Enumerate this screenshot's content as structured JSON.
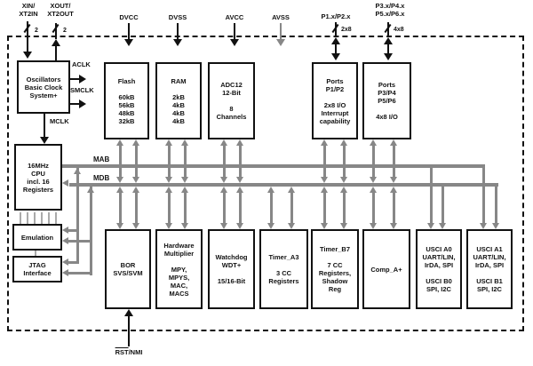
{
  "diagram": {
    "pins": {
      "xin_label": "XIN/\nXT2IN",
      "xout_label": "XOUT/\nXT2OUT",
      "xin_width": "2",
      "xout_width": "2",
      "dvcc": "DVCC",
      "dvss": "DVSS",
      "avcc": "AVCC",
      "avss": "AVSS",
      "p12_label": "P1.x/P2.x",
      "p12_width": "2x8",
      "p36_label": "P3.x/P4.x\nP5.x/P6.x",
      "p36_width": "4x8",
      "rst_overline": "RST",
      "rst_rest": "/NMI"
    },
    "clocks": {
      "aclk": "ACLK",
      "smclk": "SMCLK",
      "mclk": "MCLK"
    },
    "buses": {
      "mab": "MAB",
      "mdb": "MDB"
    },
    "blocks": {
      "oscillators": "Oscillators\nBasic Clock\nSystem+",
      "flash": "Flash\n\n60kB\n56kB\n48kB\n32kB",
      "ram": "RAM\n\n2kB\n4kB\n4kB\n4kB",
      "adc12": "ADC12\n12-Bit\n\n8\nChannels",
      "ports_p1_p2": "Ports\nP1/P2\n\n2x8 I/O\nInterrupt\ncapability",
      "ports_p3_p6": "Ports\nP3/P4\nP5/P6\n\n4x8 I/O",
      "cpu": "16MHz\nCPU\nincl. 16\nRegisters",
      "emulation": "Emulation",
      "jtag": "JTAG\nInterface",
      "bor": "BOR\nSVS/SVM",
      "multiplier": "Hardware\nMultiplier\n\nMPY,\nMPYS,\nMAC,\nMACS",
      "watchdog": "Watchdog\nWDT+\n\n15/16-Bit",
      "timer_a3": "Timer_A3\n\n3 CC\nRegisters",
      "timer_b7": "Timer_B7\n\n7 CC\nRegisters,\nShadow\nReg",
      "comp_a": "Comp_A+",
      "usci0": "USCI A0\nUART/LIN,\nIrDA, SPI\n\nUSCI B0\nSPI, I2C",
      "usci1": "USCI A1\nUART/LIN,\nIrDA, SPI\n\nUSCI B1\nSPI, I2C"
    },
    "colors": {
      "line_gray": "#878787",
      "ink": "#111111"
    }
  }
}
